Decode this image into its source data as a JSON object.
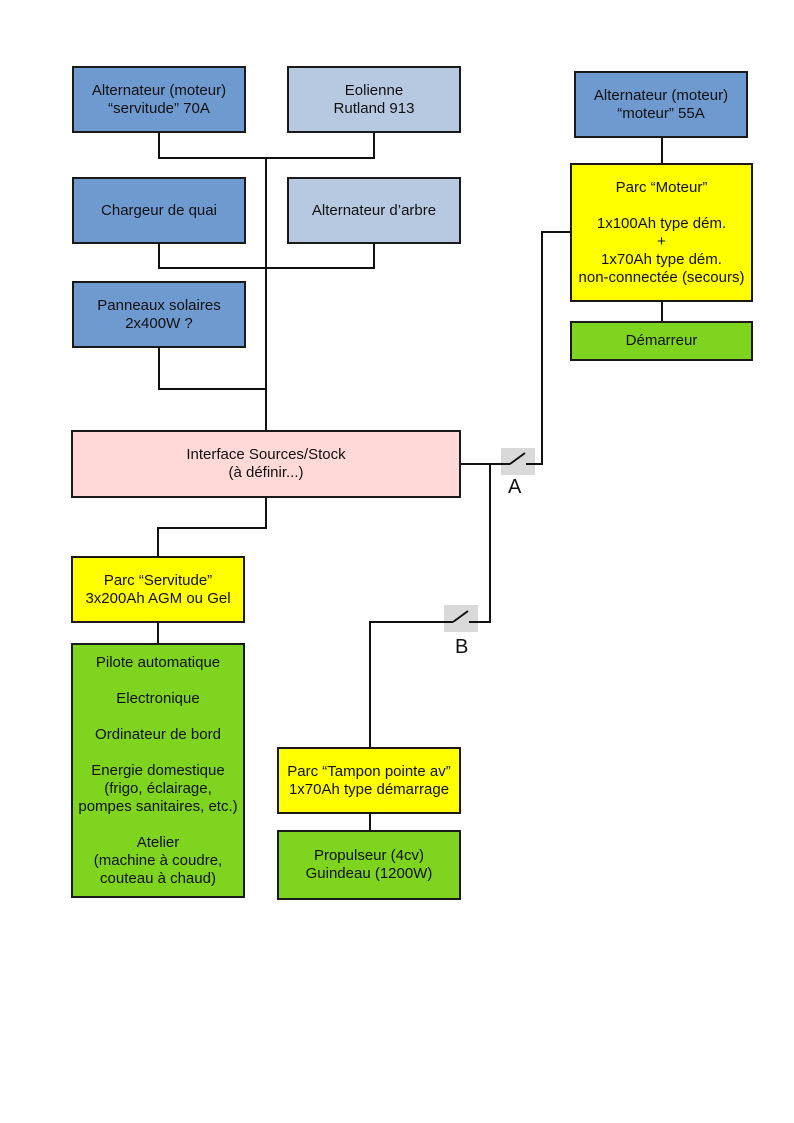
{
  "boxes": {
    "alt_servitude": "Alternateur (moteur)\n“servitude” 70A",
    "eolienne": "Eolienne\nRutland 913",
    "chargeur_quai": "Chargeur de quai",
    "alt_arbre": "Alternateur d’arbre",
    "panneaux": "Panneaux solaires\n2x400W ?",
    "interface": "Interface Sources/Stock\n(à définir...)",
    "parc_servitude": "Parc “Servitude”\n3x200Ah AGM ou Gel",
    "consommateurs": "Pilote automatique\n\nElectronique\n\nOrdinateur de bord\n\nEnergie domestique\n(frigo, éclairage,\npompes sanitaires, etc.)\n\nAtelier\n(machine à coudre,\ncouteau à chaud)",
    "alt_moteur": "Alternateur (moteur)\n“moteur” 55A",
    "parc_moteur": "Parc “Moteur”\n\n1x100Ah type dém.\n+\n1x70Ah type dém.\nnon-connectée (secours)",
    "demarreur": "Démarreur",
    "parc_tampon": "Parc “Tampon pointe av”\n1x70Ah type démarrage",
    "propulseur": "Propulseur (4cv)\nGuindeau (1200W)"
  },
  "switches": {
    "a": "A",
    "b": "B"
  },
  "colors": {
    "source_dark": "#6f9ad0",
    "source_light": "#b7c9e1",
    "interface": "#ffd8d8",
    "battery": "#ffff00",
    "consumer": "#7ed41e",
    "switch_bg": "#d9d9d9"
  }
}
